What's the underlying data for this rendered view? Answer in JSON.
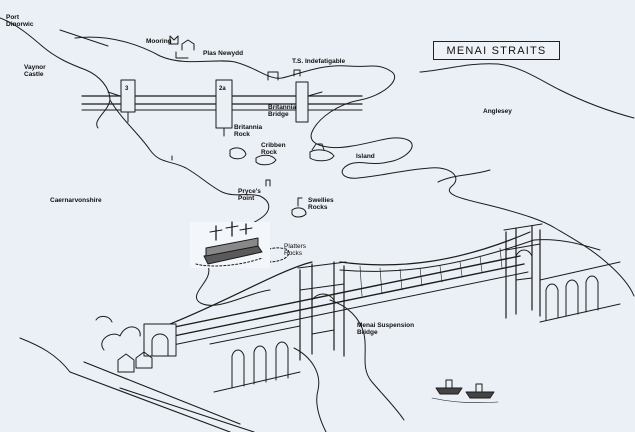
{
  "map": {
    "title": "MENAI STRAITS",
    "places": {
      "port_dinorwic": "Port\nDinorwic",
      "vaynor_castle": "Vaynor\nCastle",
      "mooring": "Mooring",
      "plas_newydd": "Plas Newydd",
      "ts_indefatigable": "T.S. Indefatigable",
      "anglesey": "Anglesey",
      "britannia_bridge": "Britannia\nBridge",
      "britannia_rock": "Britannia\nRock",
      "cribben_rock": "Cribben\nRock",
      "island": "Island",
      "caernarvonshire": "Caernarvonshire",
      "pryces_point": "Pryce's\nPoint",
      "swellies_rocks": "Swellies\nRocks",
      "platters_rocks": "Platters\nRocks",
      "menai_suspension_bridge": "Menai Suspension\nBridge"
    },
    "pier_numbers": {
      "left": "3",
      "right": "2a"
    }
  }
}
